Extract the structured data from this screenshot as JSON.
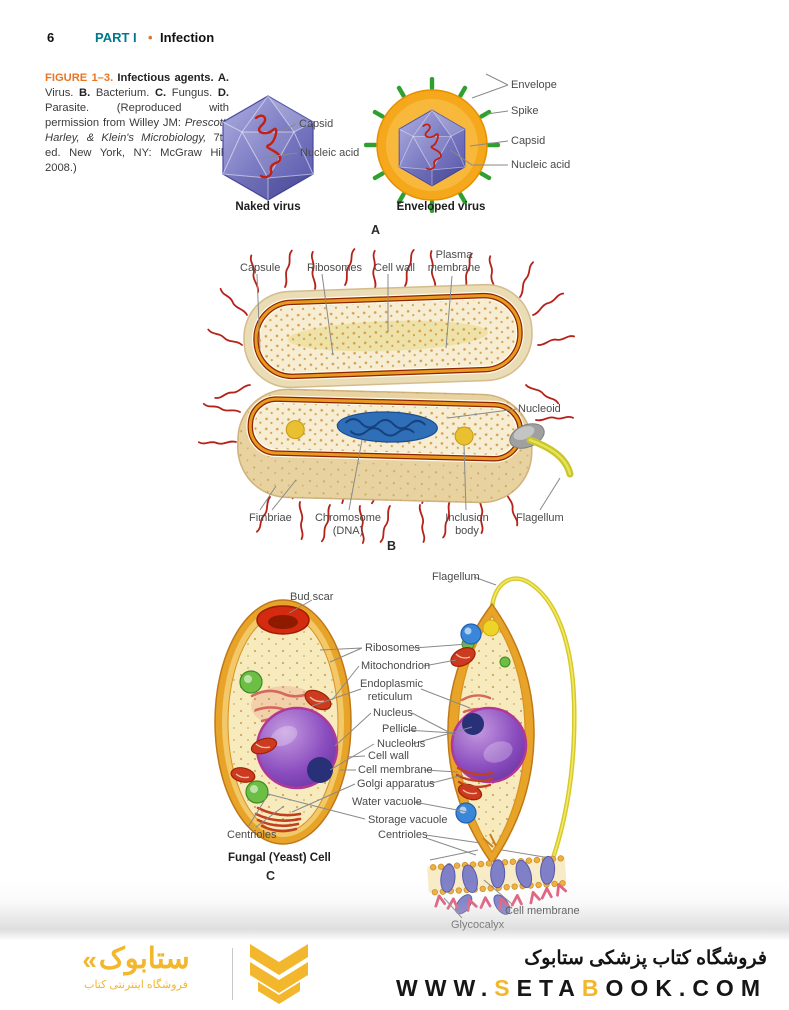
{
  "header": {
    "page_number": "6",
    "part_label": "PART I",
    "bullet": "•",
    "section": "Infection"
  },
  "caption": {
    "figure_label": "FIGURE 1–3.",
    "title": "Infectious agents.",
    "a": "A.",
    "a_text": "Virus.",
    "b": "B.",
    "b_text": "Bacterium.",
    "c": "C.",
    "c_text": "Fungus.",
    "d": "D.",
    "d_text": "Parasite.",
    "source_pre": "(Reproduced with permission from Willey JM:",
    "source_italic": "Prescott, Harley, & Klein's Microbiology,",
    "source_post": "7th ed. New York, NY: McGraw Hill; 2008.)"
  },
  "panel_a": {
    "letter": "A",
    "naked_caption": "Naked virus",
    "enveloped_caption": "Enveloped virus",
    "labels": {
      "capsid_naked": "Capsid",
      "nucleic_acid_naked": "Nucleic acid",
      "envelope": "Envelope",
      "spike": "Spike",
      "capsid_env": "Capsid",
      "nucleic_acid_env": "Nucleic acid"
    }
  },
  "panel_b": {
    "letter": "B",
    "labels": {
      "capsule": "Capsule",
      "ribosomes": "Ribosomes",
      "cell_wall": "Cell wall",
      "plasma_membrane": "Plasma\nmembrane",
      "nucleoid": "Nucleoid",
      "fimbriae": "Fimbriae",
      "chromosome_dna": "Chromosome\n(DNA)",
      "inclusion_body": "Inclusion\nbody",
      "flagellum": "Flagellum"
    }
  },
  "panel_cd": {
    "letter_c": "C",
    "fungal_caption": "Fungal (Yeast) Cell",
    "labels": {
      "flagellum": "Flagellum",
      "bud_scar": "Bud scar",
      "ribosomes": "Ribosomes",
      "mitochondrion": "Mitochondrion",
      "endoplasmic_reticulum": "Endoplasmic\nreticulum",
      "nucleus": "Nucleus",
      "pellicle": "Pellicle",
      "nucleolus": "Nucleolus",
      "cell_wall": "Cell wall",
      "cell_membrane": "Cell membrane",
      "golgi_apparatus": "Golgi apparatus",
      "water_vacuole": "Water vacuole",
      "storage_vacuole": "Storage vacuole",
      "centrioles_right": "Centrioles",
      "centrioles_left": "Centrioles",
      "cell_membrane_detail": "Cell membrane",
      "glycocalyx": "Glycocalyx"
    }
  },
  "footer": {
    "logo_mark": "«",
    "logo_title": "ستابوک",
    "logo_subtitle": "فروشگاه اینترنتی کتاب",
    "store_title_fa": "فروشگاه کتاب پزشکی ستابوک",
    "url": {
      "p1": "WWW.",
      "p2": "S",
      "p3": "ETA",
      "p4": "B",
      "p5": "OOK.COM"
    }
  },
  "colors": {
    "teal": "#00798E",
    "accent_orange": "#E87625",
    "brand_yellow": "#F2B72C"
  }
}
